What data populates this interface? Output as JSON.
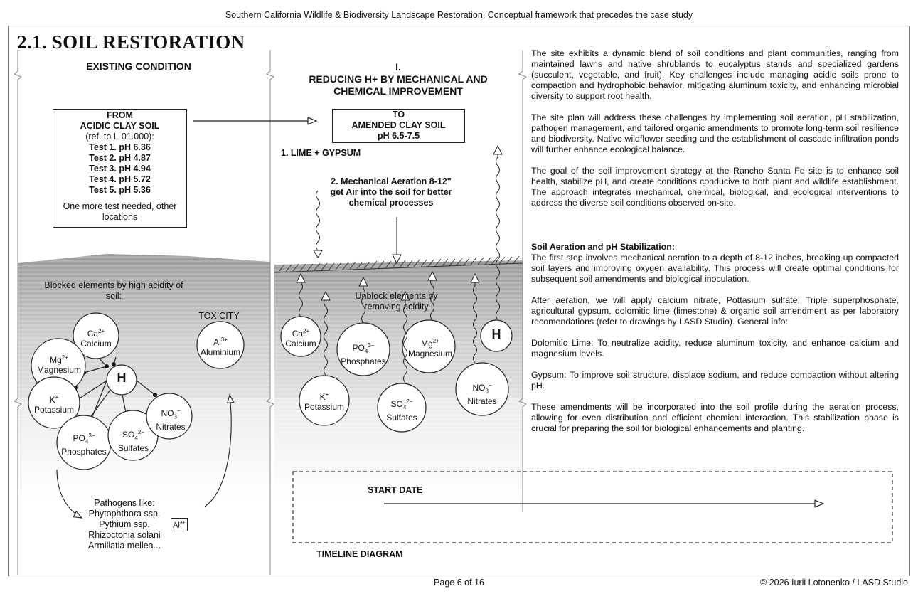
{
  "header": "Southern California Wildlife & Biodiversity Landscape Restoration, Conceptual framework that precedes the case study",
  "title": "2.1. SOIL RESTORATION",
  "existing": {
    "heading": "EXISTING CONDITION",
    "box": {
      "from": "FROM",
      "soil": "ACIDIC CLAY SOIL",
      "ref": "(ref. to L-01.000):",
      "tests": [
        "Test 1. pH 6.36",
        "Test 2. pH 4.87",
        "Test 3. pH 4.94",
        "Test 4. pH 5.72",
        "Test 5. pH 5.36"
      ],
      "note": "One more test needed, other locations"
    },
    "blocked_label": "Blocked elements by high acidity of soil:",
    "toxicity": "TOXICITY",
    "pathogens": [
      "Pathogens like:",
      "Phytophthora ssp.",
      "Pythium ssp.",
      "Rhizoctonia solani",
      "Armillatia mellea..."
    ],
    "al_tag": "Al3+"
  },
  "improvement": {
    "roman": "I.",
    "heading": "REDUCING H+ BY MECHANICAL AND CHEMICAL IMPROVEMENT",
    "box": {
      "to": "TO",
      "soil": "AMENDED CLAY SOIL",
      "ph": "pH 6.5-7.5"
    },
    "step1": "1. LIME + GYPSUM",
    "step2": "2. Mechanical Aeration 8-12\" get Air into the soil for better chemical processes",
    "unblock": "Unblock elements by removing acidity"
  },
  "elements": {
    "calcium": {
      "symbol": "Ca",
      "charge": "2+",
      "name": "Calcium"
    },
    "magnesium": {
      "symbol": "Mg",
      "charge": "2+",
      "name": "Magnesium"
    },
    "potassium": {
      "symbol": "K",
      "charge": "+",
      "name": "Potassium"
    },
    "phosphates": {
      "symbol": "PO",
      "sub": "4",
      "charge": "3−",
      "name": "Phosphates"
    },
    "sulfates": {
      "symbol": "SO",
      "sub": "4",
      "charge": "2−",
      "name": "Sulfates"
    },
    "nitrates": {
      "symbol": "NO",
      "sub": "3",
      "charge": "−",
      "name": "Nitrates"
    },
    "aluminium": {
      "symbol": "Al",
      "charge": "3+",
      "name": "Aluminium"
    },
    "hydrogen": {
      "symbol": "H"
    }
  },
  "text": {
    "p1": "The site exhibits a dynamic blend of soil conditions and plant communities, ranging from maintained lawns and native shrublands to eucalyptus stands and specialized gardens (succulent, vegetable, and fruit). Key challenges include managing acidic soils prone to compaction and hydrophobic behavior, mitigating aluminum toxicity, and enhancing microbial diversity to support root health.",
    "p2": "The site plan will address these challenges by implementing soil aeration, pH stabilization, pathogen management, and tailored organic amendments to promote long-term soil resilience and biodiversity. Native wildflower seeding and the establishment of cascade infiltration ponds will further enhance ecological balance.",
    "p3": "The goal of the soil improvement strategy at the Rancho Santa Fe site is to enhance soil health, stabilize pH, and create conditions conducive to both plant and wildlife establishment. The approach integrates mechanical, chemical, biological, and ecological interventions to address the diverse soil conditions observed on-site.",
    "s_heading": "Soil Aeration and pH Stabilization:",
    "s1": "The first step involves mechanical aeration to a depth of 8-12 inches, breaking up compacted soil layers and improving oxygen availability. This process will create optimal conditions for subsequent soil amendments and biological inoculation.",
    "s2": "After aeration, we will apply calcium nitrate, Pottasium sulfate, Triple superphosphate, agricultural gypsum, dolomitic lime (limestone) & organic soil amendment as per laboratory recomendations (refer to drawings by LASD Studio). General info:",
    "s3": "Dolomitic Lime: To neutralize acidity, reduce aluminum toxicity, and enhance calcium and magnesium levels.",
    "s4": "Gypsum: To improve soil structure, displace sodium, and reduce compaction without altering pH.",
    "s5": "These amendments will be incorporated into the soil profile during the aeration process, allowing for even distribution and efficient chemical interaction. This stabilization phase is crucial for preparing the soil for biological enhancements and planting."
  },
  "timeline": {
    "start": "START DATE",
    "label": "TIMELINE DIAGRAM"
  },
  "footer": {
    "page": "Page 6 of 16",
    "copyright": "© 2026 Iurii Lotonenko / LASD Studio"
  }
}
